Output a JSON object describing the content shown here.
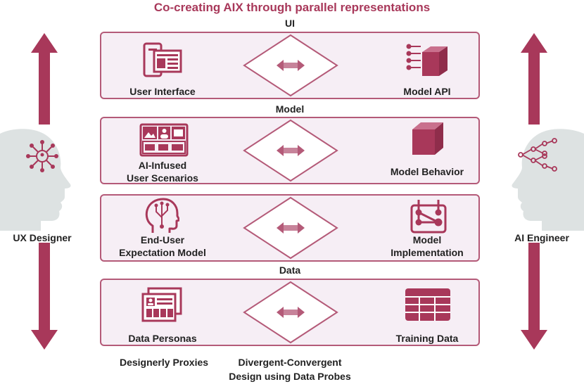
{
  "title": "Co-creating AIX through parallel representations",
  "layers": {
    "ui": "UI",
    "model": "Model",
    "data": "Data"
  },
  "rows": [
    {
      "left": "User Interface",
      "right": "Model API",
      "left_icon": "ui-mockup-icon",
      "right_icon": "api-cube-icon"
    },
    {
      "left_lines": [
        "AI-Infused",
        "User Scenarios"
      ],
      "right": "Model Behavior",
      "left_icon": "storyboard-icon",
      "right_icon": "cube-icon"
    },
    {
      "left_lines": [
        "End-User",
        "Expectation Model"
      ],
      "right_lines": [
        "Model",
        "Implementation"
      ],
      "left_icon": "head-circuit-icon",
      "right_icon": "pipeline-icon"
    },
    {
      "left": "Data Personas",
      "right": "Training Data",
      "left_icon": "persona-cards-icon",
      "right_icon": "table-icon"
    }
  ],
  "actors": {
    "left": "UX Designer",
    "right": "AI Engineer"
  },
  "bottom": {
    "left": "Designerly Proxies",
    "center_lines": [
      "Divergent-Convergent",
      "Design using Data Probes"
    ]
  },
  "colors": {
    "accent": "#a8385a",
    "panel_fill": "#f6eef5",
    "panel_border": "#b45a78",
    "head_fill": "#dde2e2"
  }
}
